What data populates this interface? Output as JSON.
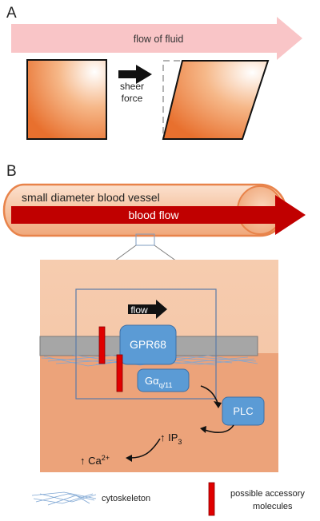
{
  "panel_a": {
    "label": "A",
    "flow_text": "flow of fluid",
    "shear_line1": "sheer",
    "shear_line2": "force"
  },
  "panel_b": {
    "label": "B",
    "vessel_text": "small diameter blood vessel",
    "blood_flow_text": "blood flow",
    "flow_text": "flow",
    "receptor": "GPR68",
    "g_protein_main": "Gα",
    "g_protein_sub": "q/11",
    "plc": "PLC",
    "ip3_main": "↑ IP",
    "ip3_sub": "3",
    "ca_main": "↑ Ca",
    "ca_sup": "2+"
  },
  "legend": {
    "cytoskeleton": "cytoskeleton",
    "accessory_line1": "possible accessory",
    "accessory_line2": "molecules"
  },
  "colors": {
    "orange": "#e8834a",
    "light_pink": "#f9c5c7",
    "dark_red": "#c00000",
    "receptor_blue": "#5b9bd5",
    "membrane_gray": "#a6a6a6"
  }
}
